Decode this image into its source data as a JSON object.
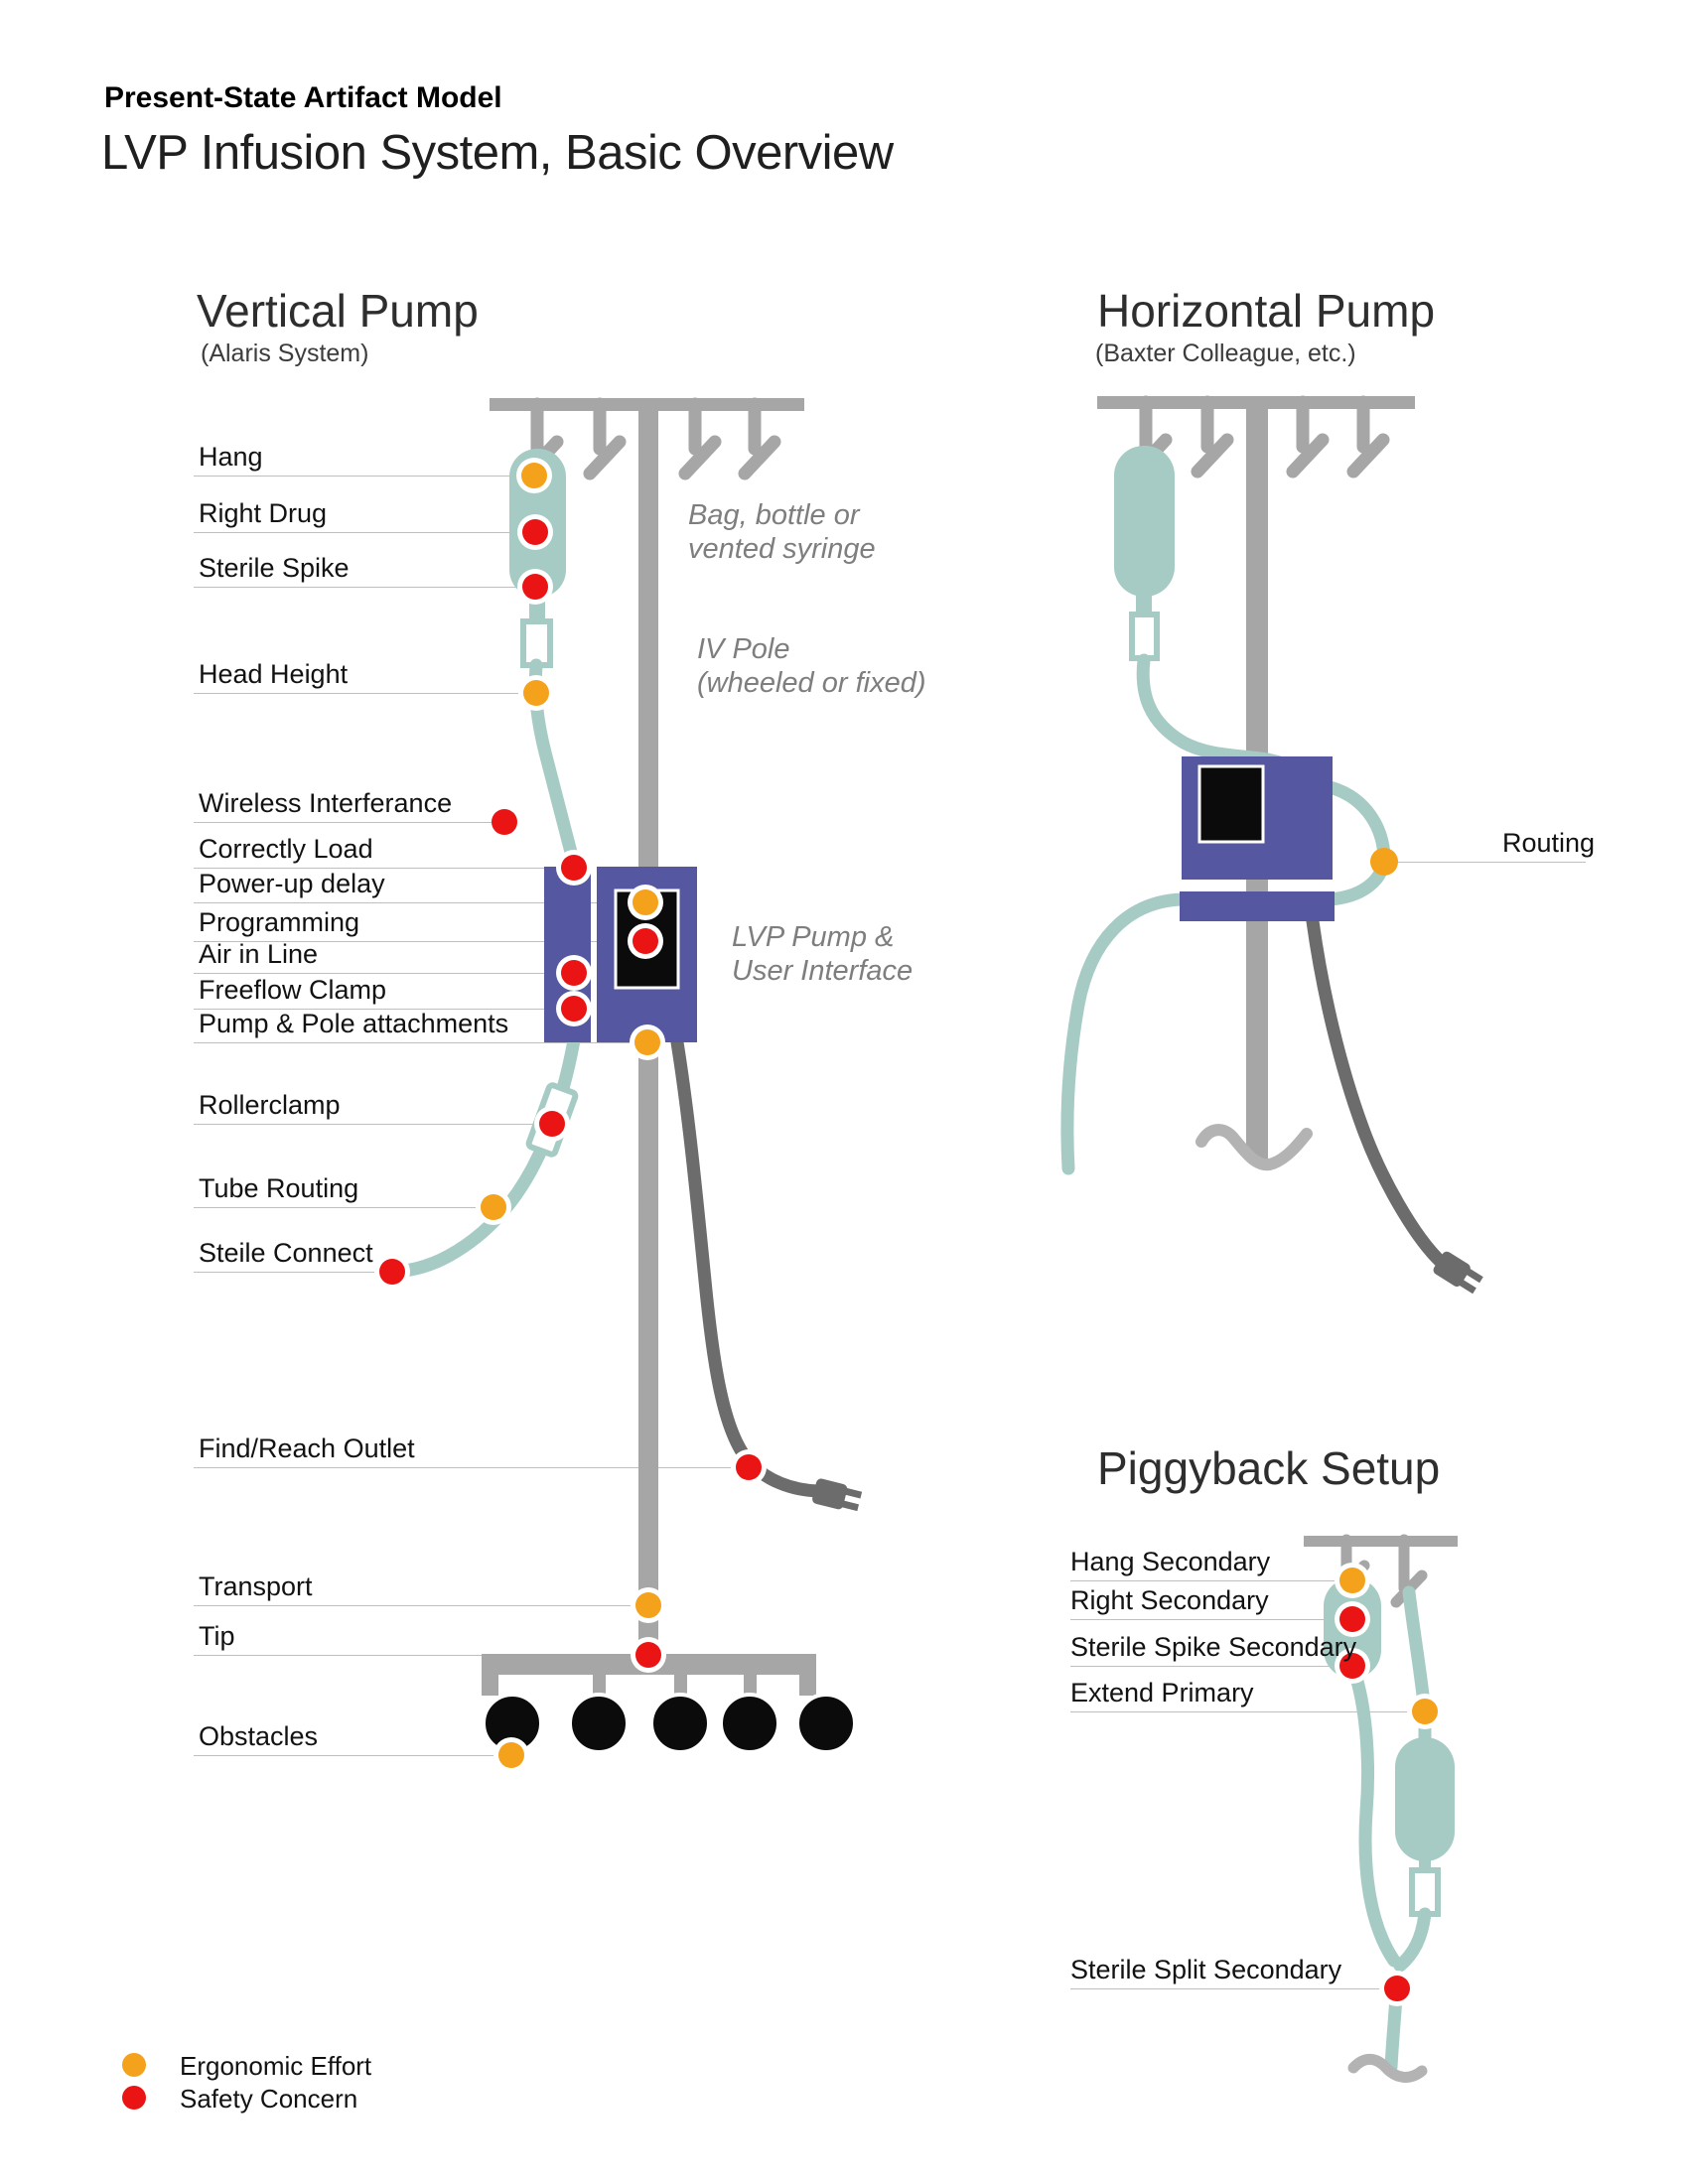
{
  "header": {
    "kicker": "Present-State Artifact Model",
    "title": "LVP Infusion System, Basic Overview"
  },
  "palette": {
    "teal": "#A5CBC4",
    "purple": "#5558A0",
    "orange": "#F4A11B",
    "red": "#EB1414",
    "pole_gray": "#A6A6A6",
    "cord_gray": "#6C6C6C",
    "light_gray": "#B3B3B3",
    "wheel_black": "#0B0B0B",
    "leader_gray": "#BFBFBF",
    "note_gray": "#7E7E7E"
  },
  "sections": {
    "vertical": {
      "title": "Vertical Pump",
      "subtitle": "(Alaris System)",
      "labels": {
        "hang": "Hang",
        "right_drug": "Right Drug",
        "sterile_spike": "Sterile Spike",
        "head_height": "Head Height",
        "wireless": "Wireless Interferance",
        "correctly_load": "Correctly Load",
        "power_up": "Power-up delay",
        "programming": "Programming",
        "air_in_line": "Air in Line",
        "freeflow": "Freeflow Clamp",
        "pump_pole": "Pump & Pole attachments",
        "rollerclamp": "Rollerclamp",
        "tube_routing": "Tube Routing",
        "steile_connect": "Steile Connect",
        "find_reach": "Find/Reach Outlet",
        "transport": "Transport",
        "tip": "Tip",
        "obstacles": "Obstacles"
      },
      "notes": {
        "bag": "Bag, bottle or\nvented syringe",
        "pole": "IV Pole\n(wheeled or fixed)",
        "pump": "LVP Pump &\nUser Interface"
      }
    },
    "horizontal": {
      "title": "Horizontal Pump",
      "subtitle": "(Baxter Colleague, etc.)",
      "labels": {
        "routing": "Routing"
      }
    },
    "piggyback": {
      "title": "Piggyback Setup",
      "labels": {
        "hang_secondary": "Hang Secondary",
        "right_secondary": "Right Secondary",
        "sterile_spike_secondary": "Sterile Spike Secondary",
        "extend_primary": "Extend Primary",
        "sterile_split_secondary": "Sterile Split Secondary"
      }
    }
  },
  "legend": {
    "ergonomic": {
      "label": "Ergonomic Effort",
      "color": "#F4A11B"
    },
    "safety": {
      "label": "Safety Concern",
      "color": "#EB1414"
    }
  }
}
